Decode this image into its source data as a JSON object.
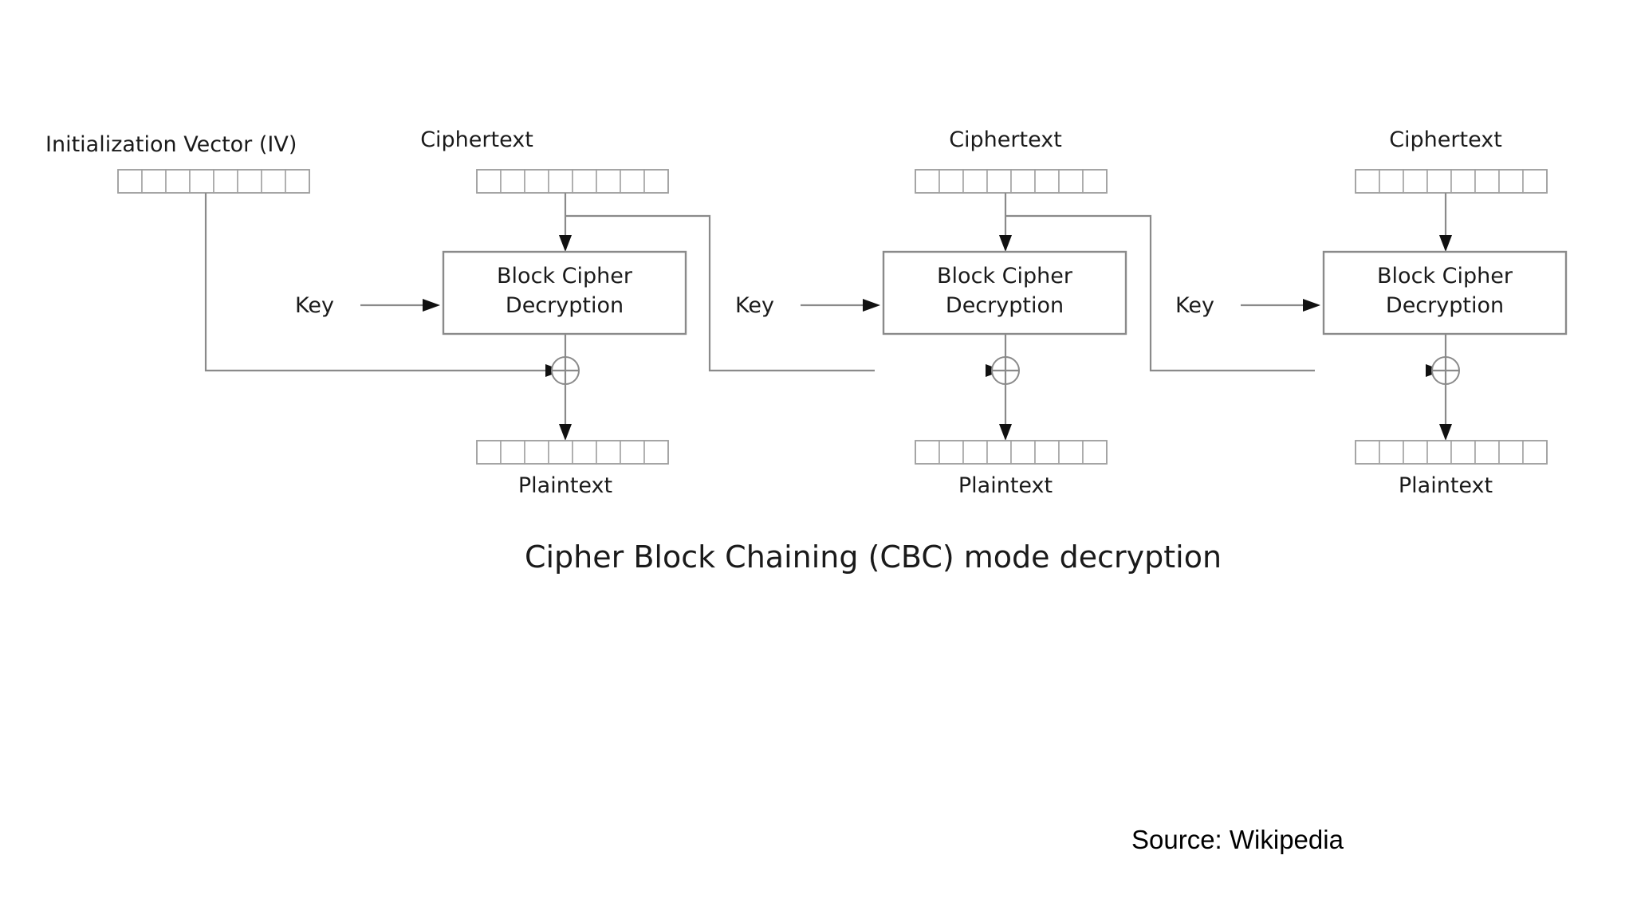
{
  "diagram": {
    "title": "Cipher Block Chaining (CBC) mode decryption",
    "source_note": "Source: Wikipedia",
    "labels": {
      "iv": "Initialization Vector (IV)",
      "ciphertext": "Ciphertext",
      "plaintext": "Plaintext",
      "key": "Key",
      "cipher_line1": "Block Cipher",
      "cipher_line2": "Decryption",
      "xor": "xor-operator"
    },
    "colors": {
      "background": "#ffffff",
      "text": "#1a1a1a",
      "wire": "#8a8a8a",
      "cell_border": "#a8a8a8",
      "box_border": "#8a8a8a",
      "arrowhead": "#111111",
      "source_text": "#000000"
    },
    "register_cells": 8,
    "stages": [
      {
        "index": 1,
        "ciphertext_label": "Ciphertext",
        "key_label": "Key",
        "cipher_line1": "Block Cipher",
        "cipher_line2": "Decryption",
        "plaintext_label": "Plaintext",
        "xor_input_source": "Initialization Vector (IV)",
        "feeds_forward": true
      },
      {
        "index": 2,
        "ciphertext_label": "Ciphertext",
        "key_label": "Key",
        "cipher_line1": "Block Cipher",
        "cipher_line2": "Decryption",
        "plaintext_label": "Plaintext",
        "xor_input_source": "Ciphertext 1",
        "feeds_forward": true
      },
      {
        "index": 3,
        "ciphertext_label": "Ciphertext",
        "key_label": "Key",
        "cipher_line1": "Block Cipher",
        "cipher_line2": "Decryption",
        "plaintext_label": "Plaintext",
        "xor_input_source": "Ciphertext 2",
        "feeds_forward": false
      }
    ]
  }
}
